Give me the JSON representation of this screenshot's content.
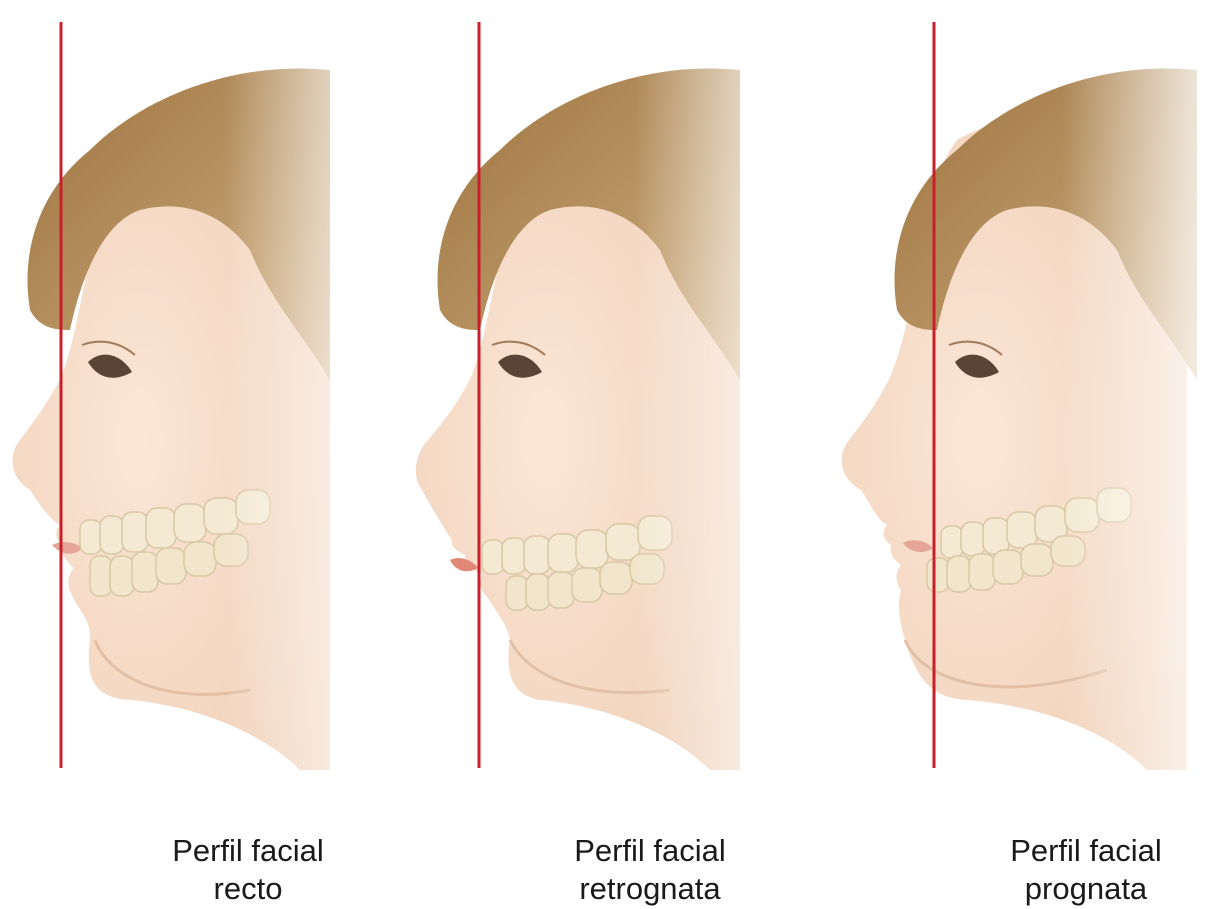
{
  "colors": {
    "reference_line": "#c8202a",
    "skin": "#f6d9c4",
    "hair": "#b58b57",
    "tooth": "#f4ead3"
  },
  "profiles": [
    {
      "id": "recto",
      "caption_line1": "Perfil facial",
      "caption_line2": "recto"
    },
    {
      "id": "retrognata",
      "caption_line1": "Perfil facial",
      "caption_line2": "retrognata"
    },
    {
      "id": "prognata",
      "caption_line1": "Perfil facial",
      "caption_line2": "prognata"
    }
  ]
}
